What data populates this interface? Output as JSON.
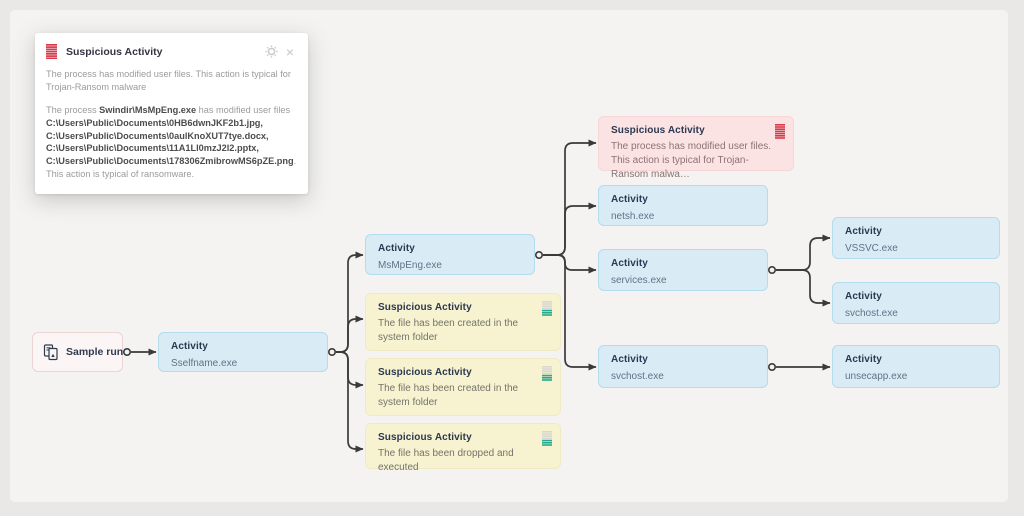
{
  "colors": {
    "canvas_background": "#f4f3f1",
    "outer_background": "#e9e8e6",
    "activity_node": "#d9ecf6",
    "suspicious_node_yellow": "#f7f2cf",
    "suspicious_node_pink": "#fbe3e4",
    "sample_node": "#fcf5f5",
    "edge": "#3a3a3a",
    "severity_red": "#d63a4a",
    "severity_teal": "#2aa78c",
    "title_text": "#2b3850"
  },
  "popup": {
    "title": "Suspicious Activity",
    "paragraph1": "The process has modified user files. This action is typical for Trojan-Ransom malware",
    "paragraph2": {
      "prefix": "The process ",
      "process": "Swindir\\MsMpEng.exe",
      "mid": " has modified user files ",
      "files": "C:\\Users\\Public\\Documents\\0HB6dwnJKF2b1.jpg, C:\\Users\\Public\\Documents\\0aulKnoXUT7tye.docx, C:\\Users\\Public\\Documents\\11A1Ll0mzJ2l2.pptx, C:\\Users\\Public\\Documents\\178306ZmibrowMS6pZE.png",
      "suffix": ". This action is typical of ransomware."
    },
    "close_glyph": "×"
  },
  "nodes": {
    "sample_run": {
      "label": "Sample run"
    },
    "sselfname": {
      "title": "Activity",
      "subtitle": "Sselfname.exe"
    },
    "msmpeng": {
      "title": "Activity",
      "subtitle": "MsMpEng.exe"
    },
    "susp_created_1": {
      "title": "Suspicious Activity",
      "text": "The file has been created in the system folder"
    },
    "susp_created_2": {
      "title": "Suspicious Activity",
      "text": "The file has been created in the system folder"
    },
    "susp_dropped": {
      "title": "Suspicious Activity",
      "text": "The file has been dropped and executed"
    },
    "susp_modified": {
      "title": "Suspicious Activity",
      "text": "The process has modified user files. This action is typical for Trojan-Ransom malwa…"
    },
    "netsh": {
      "title": "Activity",
      "subtitle": "netsh.exe"
    },
    "services": {
      "title": "Activity",
      "subtitle": "services.exe"
    },
    "svchost_mid": {
      "title": "Activity",
      "subtitle": "svchost.exe"
    },
    "vssvc": {
      "title": "Activity",
      "subtitle": "VSSVC.exe"
    },
    "svchost_right": {
      "title": "Activity",
      "subtitle": "svchost.exe"
    },
    "unsecapp": {
      "title": "Activity",
      "subtitle": "unsecapp.exe"
    }
  },
  "edges": [
    {
      "from": "sample_run",
      "to": "sselfname"
    },
    {
      "from": "sselfname",
      "to": "msmpeng"
    },
    {
      "from": "sselfname",
      "to": "susp_created_1"
    },
    {
      "from": "sselfname",
      "to": "susp_created_2"
    },
    {
      "from": "sselfname",
      "to": "susp_dropped"
    },
    {
      "from": "msmpeng",
      "to": "susp_modified"
    },
    {
      "from": "msmpeng",
      "to": "netsh"
    },
    {
      "from": "msmpeng",
      "to": "services"
    },
    {
      "from": "msmpeng",
      "to": "svchost_mid"
    },
    {
      "from": "services",
      "to": "vssvc"
    },
    {
      "from": "services",
      "to": "svchost_right"
    },
    {
      "from": "svchost_mid",
      "to": "unsecapp"
    }
  ]
}
